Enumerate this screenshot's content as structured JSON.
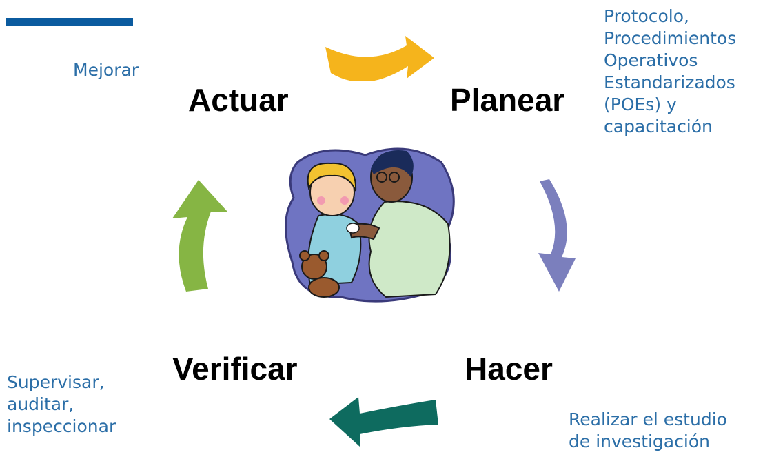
{
  "stages": {
    "actuar": "Actuar",
    "planear": "Planear",
    "hacer": "Hacer",
    "verificar": "Verificar"
  },
  "notes": {
    "mejorar": "Mejorar",
    "planear_lines": [
      "Protocolo,",
      "Procedimientos",
      "Operativos",
      "Estandarizados",
      "(POEs) y",
      "capacitación"
    ],
    "hacer_lines": [
      "Realizar el estudio",
      "de investigación"
    ],
    "verificar_lines": [
      "Supervisar,",
      "auditar,",
      "inspeccionar"
    ]
  },
  "colors": {
    "topbar": "#0b5b9f",
    "note_text": "#2b6ea7",
    "arrow_top": "#f5b41c",
    "arrow_right": "#7b7fbd",
    "arrow_bottom": "#0e6b5f",
    "arrow_left": "#86b544"
  },
  "illustration": "doctor-vaccinating-child-clipart"
}
